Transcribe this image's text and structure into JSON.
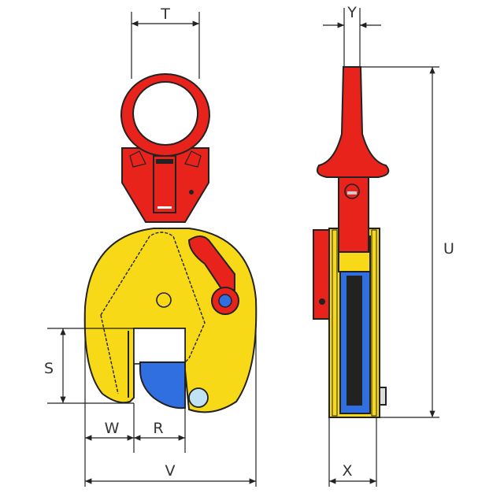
{
  "diagram": {
    "labels": {
      "T": "T",
      "Y": "Y",
      "U": "U",
      "S": "S",
      "W": "W",
      "R": "R",
      "V": "V",
      "X": "X"
    },
    "colors": {
      "red": "#e8231c",
      "yellow": "#f7d917",
      "blue": "#2f6fe0",
      "light_blue": "#bfe3f2",
      "outline": "#222222"
    }
  }
}
